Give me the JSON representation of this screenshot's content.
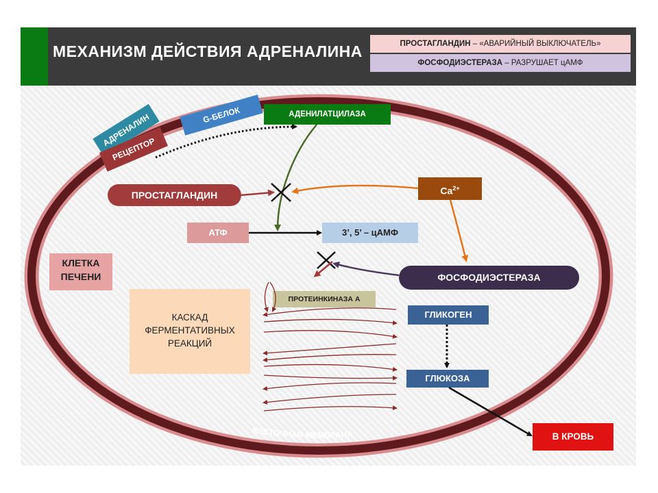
{
  "title": "МЕХАНИЗМ ДЕЙСТВИЯ АДРЕНАЛИНА",
  "notes": [
    {
      "term": "ПРОСТАГЛАНДИН",
      "rest": " – «АВАРИЙНЫЙ ВЫКЛЮЧАТЕЛЬ»"
    },
    {
      "term": "ФОСФОДИЭСТЕРАЗА",
      "rest": " – РАЗРУШАЕТ цАМФ"
    }
  ],
  "labels": {
    "adrenaline": "АДРЕНАЛИН",
    "receptor": "РЕЦЕПТОР",
    "g_protein": "G-БЕЛОК",
    "adenylate_cyclase": "АДЕНИЛАТЦИЛАЗА",
    "prostaglandin": "ПРОСТАГЛАНДИН",
    "ca": "Ca",
    "ca_charge": "2+",
    "atp": "АТФ",
    "camp": "3’, 5’ – цАМФ",
    "cell_line1": "КЛЕТКА",
    "cell_line2": "ПЕЧЕНИ",
    "phosphodiesterase": "ФОСФОДИЭСТЕРАЗА",
    "protein_kinase": "ПРОТЕИНКИНАЗА А",
    "cascade_line1": "КАСКАД",
    "cascade_line2": "ФЕРМЕНТАТИВНЫХ",
    "cascade_line3": "РЕАКЦИЙ",
    "glycogen": "ГЛИКОГЕН",
    "glucose": "ГЛЮКОЗА",
    "to_blood": "В КРОВЬ",
    "membrane": "КЛЕТОЧНАЯ МЕМБРАНА"
  },
  "colors": {
    "header_bg": "#3b3b3b",
    "accent_green": "#0a7a12",
    "membrane_outer": "#d88c8f",
    "membrane_inner": "#5e1a1c",
    "adrenaline": "#2e8aa3",
    "receptor": "#9c3535",
    "g_protein": "#3f81c4",
    "adenylate_cyclase": "#0a7a12",
    "prostaglandin": "#a23b3b",
    "ca": "#9a4a0c",
    "atp": "#dc9a9a",
    "camp": "#b6cfe6",
    "cell_label": "#e7a3a3",
    "phosphodiesterase": "#3d2d4d",
    "protein_kinase": "#c8c49c",
    "cascade": "#fbd9b9",
    "glycogen": "#3b6294",
    "glucose": "#3b6294",
    "to_blood": "#e11212"
  }
}
